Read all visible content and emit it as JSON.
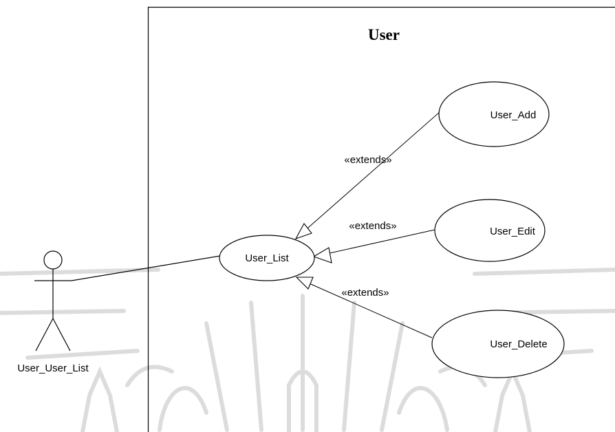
{
  "diagram": {
    "system_boundary": {
      "title": "User"
    },
    "actor": {
      "name": "User_User_List"
    },
    "use_cases": {
      "list": "User_List",
      "add": "User_Add",
      "edit": "User_Edit",
      "delete": "User_Delete"
    },
    "relationships": {
      "add_label": "«extends»",
      "edit_label": "«extends»",
      "delete_label": "«extends»"
    }
  }
}
